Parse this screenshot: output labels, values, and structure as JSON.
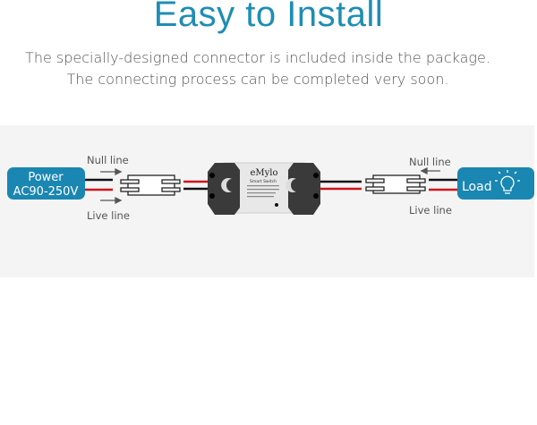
{
  "title": "Easy to Install",
  "subtitle_lines": [
    "The specially-designed connector is included inside the package.",
    "The connecting process can be completed very soon."
  ],
  "diagram": {
    "power_label_1": "Power",
    "power_label_2": "AC90-250V",
    "null_line_left": "Null line",
    "live_line_left": "Live line",
    "null_line_right": "Null line",
    "live_line_right": "Live line",
    "load_label": "Load",
    "device_brand": "eMylo",
    "device_model": "Smart Switch",
    "device_icon": "lightbulb-icon",
    "colors": {
      "accent": "#1a86b2",
      "live_wire": "#d0141a",
      "null_wire": "#111111",
      "title": "#1f8db5"
    }
  }
}
